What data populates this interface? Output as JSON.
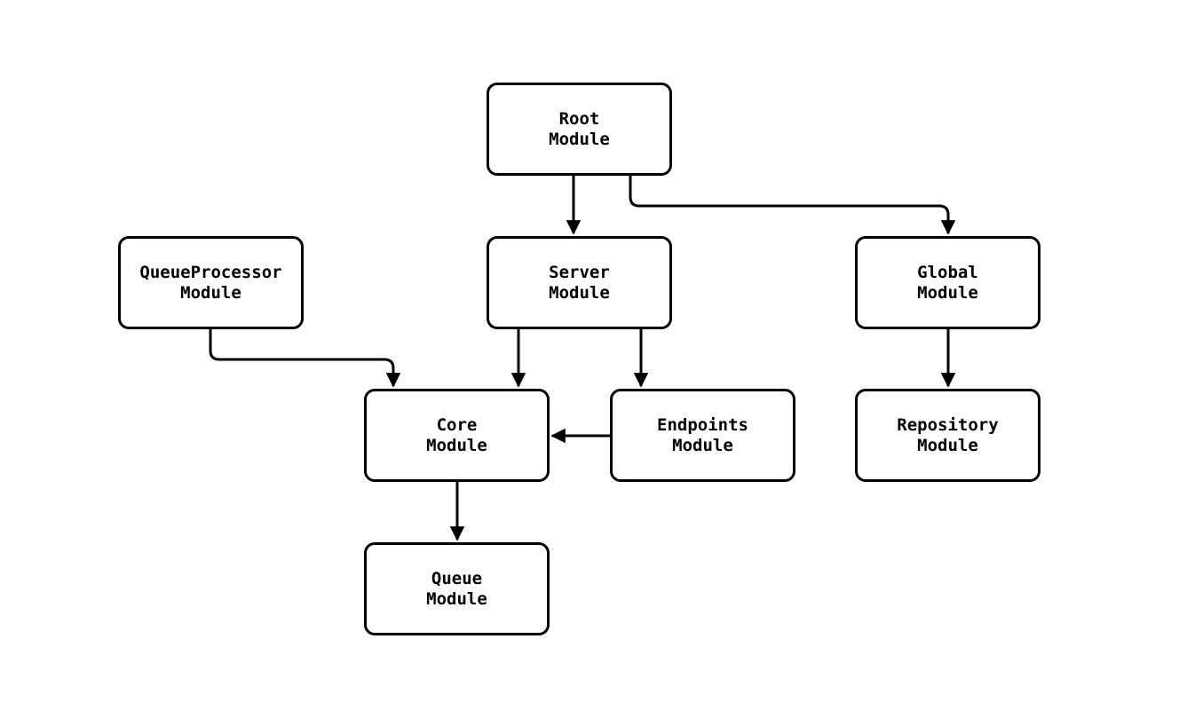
{
  "diagram": {
    "type": "module-dependency-flowchart",
    "background_color": "#ffffff",
    "node_border_color": "#000000",
    "node_fill_color": "#ffffff",
    "edge_color": "#000000",
    "text_color": "#000000",
    "nodes": {
      "root": {
        "label": "Root\nModule"
      },
      "queueprocessor": {
        "label": "QueueProcessor\nModule"
      },
      "server": {
        "label": "Server\nModule"
      },
      "global": {
        "label": "Global\nModule"
      },
      "core": {
        "label": "Core\nModule"
      },
      "endpoints": {
        "label": "Endpoints\nModule"
      },
      "repository": {
        "label": "Repository\nModule"
      },
      "queue": {
        "label": "Queue\nModule"
      }
    },
    "edges": [
      {
        "from": "Root Module",
        "to": "Server Module"
      },
      {
        "from": "Root Module",
        "to": "Global Module"
      },
      {
        "from": "QueueProcessor Module",
        "to": "Core Module"
      },
      {
        "from": "Server Module",
        "to": "Core Module"
      },
      {
        "from": "Server Module",
        "to": "Endpoints Module"
      },
      {
        "from": "Endpoints Module",
        "to": "Core Module"
      },
      {
        "from": "Global Module",
        "to": "Repository Module"
      },
      {
        "from": "Core Module",
        "to": "Queue Module"
      }
    ]
  }
}
